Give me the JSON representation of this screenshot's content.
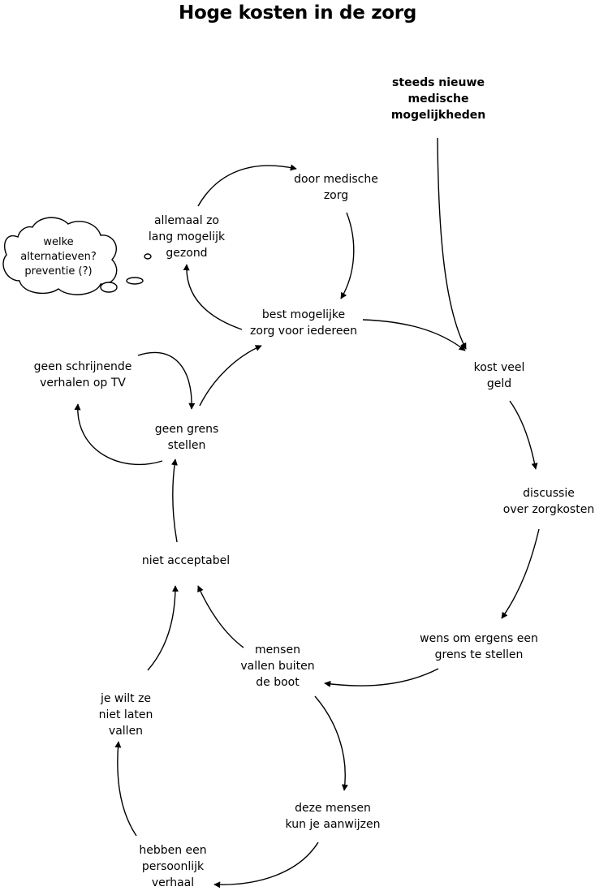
{
  "title": "Hoge kosten in de zorg",
  "nodes": {
    "steeds_nieuwe": [
      "steeds nieuwe",
      "medische",
      "mogelijkheden"
    ],
    "door_medische": [
      "door medische",
      "zorg"
    ],
    "allemaal_zo": [
      "allemaal zo",
      "lang mogelijk",
      "gezond"
    ],
    "welke_alternatieven": [
      "welke",
      "alternatieven?",
      "preventie (?)"
    ],
    "best_mogelijke": [
      "best mogelijke",
      "zorg voor iedereen"
    ],
    "kost_veel": [
      "kost veel",
      "geld"
    ],
    "geen_schrijnende": [
      "geen schrijnende",
      "verhalen op TV"
    ],
    "geen_grens": [
      "geen grens",
      "stellen"
    ],
    "discussie": [
      "discussie",
      "over zorgkosten"
    ],
    "niet_acceptabel": [
      "niet acceptabel"
    ],
    "wens": [
      "wens om ergens een",
      "grens te stellen"
    ],
    "mensen_vallen": [
      "mensen",
      "vallen buiten",
      "de boot"
    ],
    "je_wilt": [
      "je wilt ze",
      "niet laten",
      "vallen"
    ],
    "deze_mensen": [
      "deze mensen",
      "kun je aanwijzen"
    ],
    "hebben_een": [
      "hebben een",
      "persoonlijk",
      "verhaal"
    ]
  },
  "edges": [
    {
      "from": "steeds_nieuwe",
      "to": "kost_veel"
    },
    {
      "from": "allemaal_zo",
      "to": "door_medische"
    },
    {
      "from": "door_medische",
      "to": "best_mogelijke"
    },
    {
      "from": "best_mogelijke",
      "to": "allemaal_zo"
    },
    {
      "from": "best_mogelijke",
      "to": "kost_veel"
    },
    {
      "from": "kost_veel",
      "to": "discussie"
    },
    {
      "from": "discussie",
      "to": "wens"
    },
    {
      "from": "wens",
      "to": "mensen_vallen"
    },
    {
      "from": "mensen_vallen",
      "to": "niet_acceptabel"
    },
    {
      "from": "mensen_vallen",
      "to": "deze_mensen"
    },
    {
      "from": "deze_mensen",
      "to": "hebben_een"
    },
    {
      "from": "hebben_een",
      "to": "je_wilt"
    },
    {
      "from": "je_wilt",
      "to": "niet_acceptabel"
    },
    {
      "from": "niet_acceptabel",
      "to": "geen_grens"
    },
    {
      "from": "geen_grens",
      "to": "best_mogelijke"
    },
    {
      "from": "geen_grens",
      "to": "geen_schrijnende"
    },
    {
      "from": "geen_schrijnende",
      "to": "geen_grens"
    }
  ]
}
